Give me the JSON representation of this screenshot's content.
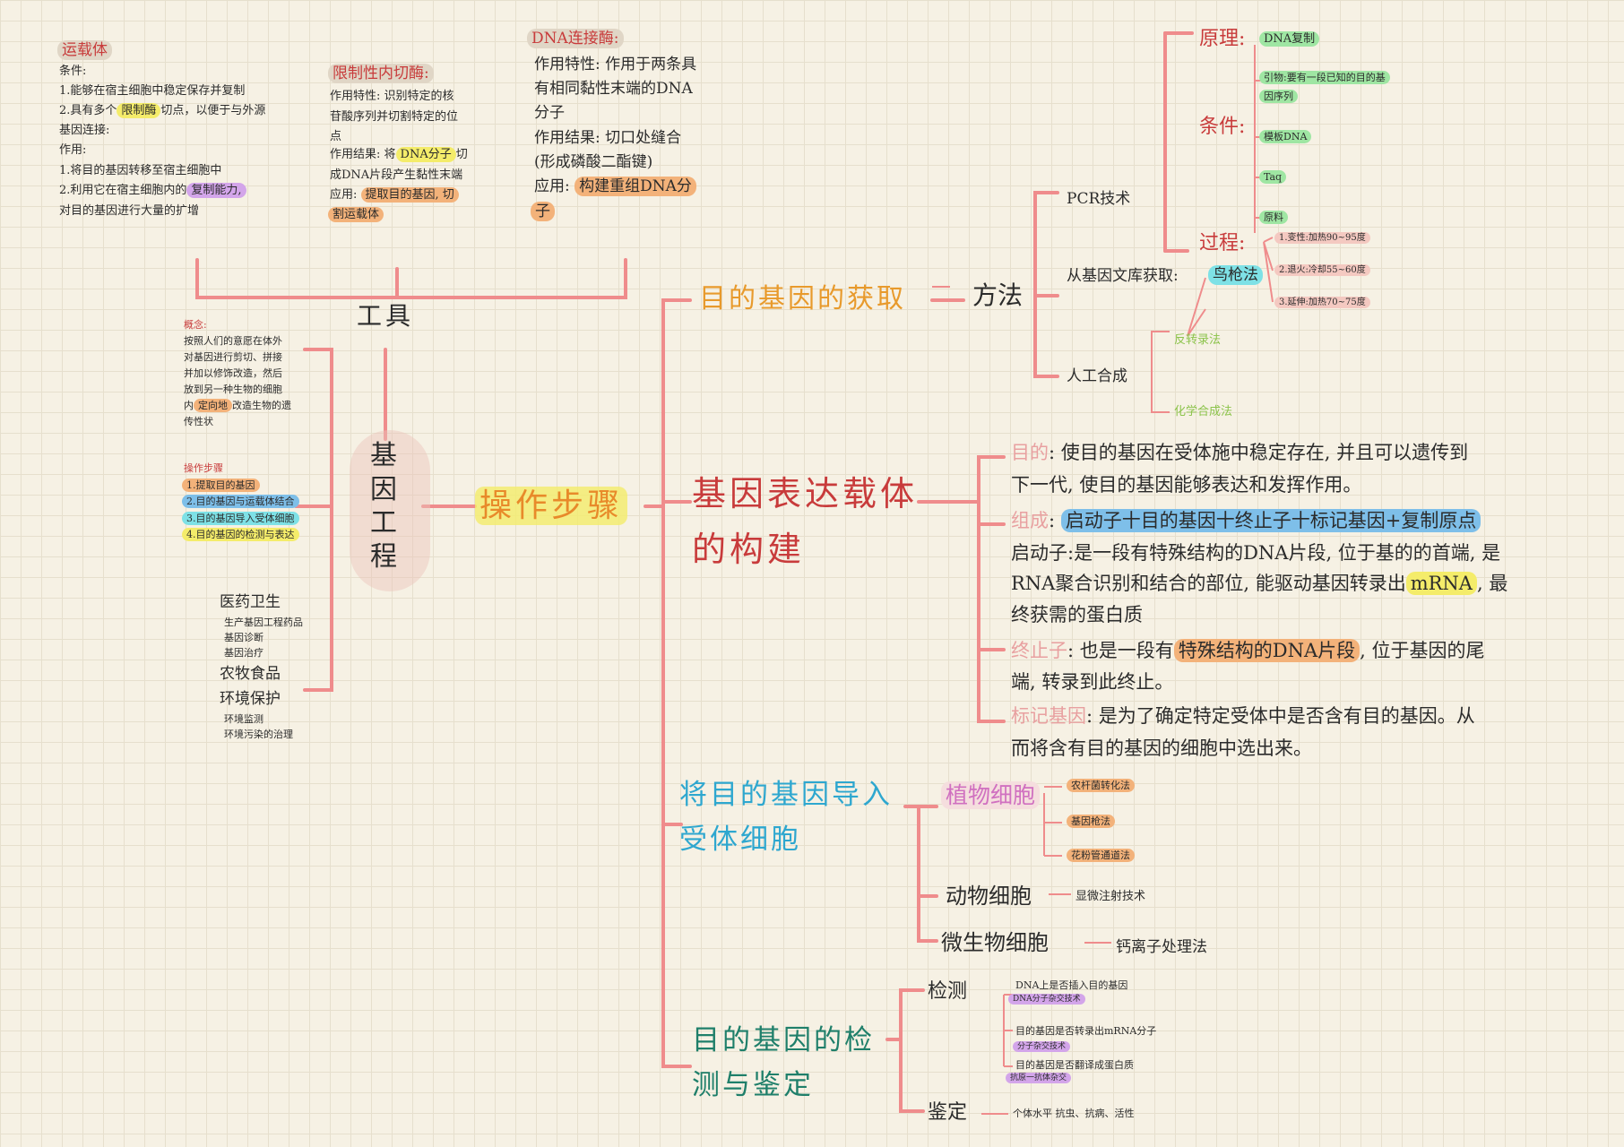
{
  "tools": {
    "title": "工具",
    "vector": {
      "title": "运载体",
      "lines": [
        "条件:",
        "1.能够在宿主细胞中稳定保存并复制",
        "2.具有多个",
        "限制酶",
        "切点，以便于与外源",
        "基因连接:",
        "作用:",
        "1.将目的基因转移至宿主细胞中",
        "2.利用它在宿主细胞内的",
        "复制能力,",
        "对目的基因进行大量的扩增"
      ]
    },
    "enzyme": {
      "title": "限制性内切酶:",
      "lines": [
        "作用特性: 识别特定的核",
        "苷酸序列并切割特定的位",
        "点",
        "作用结果: 将",
        "DNA分子",
        "切",
        "成DNA片段产生黏性末端",
        "应用: ",
        "提取目的基因, 切",
        "割运载体"
      ]
    },
    "ligase": {
      "title": "DNA连接酶:",
      "lines": [
        "作用特性: 作用于两条具",
        "有相同黏性末端的DNA",
        "分子",
        "作用结果: 切口处缝合",
        "(形成磷酸二酯键)",
        "应用: ",
        "构建重组DNA分",
        "子"
      ]
    }
  },
  "root": {
    "title": "基因工程"
  },
  "left": {
    "concept_title": "概念:",
    "concept_lines": [
      "按照人们的意愿在体外",
      "对基因进行剪切、拼接",
      "并加以修饰改造，然后",
      "放到另一种生物的细胞",
      "内",
      "定向地",
      "改造生物的遗",
      "传性状"
    ],
    "steps_title": "操作步骤",
    "steps": [
      "1.提取目的基因",
      "2.目的基因与运载体结合",
      "3.目的基因导入受体细胞",
      "4.目的基因的检测与表达"
    ],
    "apps": [
      {
        "title": "医药卫生",
        "items": [
          "生产基因工程药品",
          "基因诊断",
          "基因治疗"
        ]
      },
      {
        "title": "农牧食品",
        "items": []
      },
      {
        "title": "环境保护",
        "items": [
          "环境监测",
          "环境污染的治理"
        ]
      }
    ]
  },
  "main": {
    "hub": "操作步骤",
    "acquire": {
      "title": "目的基因的获取",
      "method": "方法",
      "pcr": "PCR技术",
      "principle_label": "原理:",
      "principle": "DNA复制",
      "condition_label": "条件:",
      "conditions": [
        "引物:要有一段已知的目的基",
        "因序列",
        "模板DNA",
        "Taq",
        "原料"
      ],
      "process_label": "过程:",
      "processes": [
        "1.变性:加热90~95度",
        "2.退火:冷却55~60度",
        "3.延伸:加热70~75度"
      ],
      "library": "从基因文库获取:",
      "shotgun": "鸟枪法",
      "synthesis": "人工合成",
      "synth_items": [
        "反转录法",
        "化学合成法"
      ]
    },
    "vector_build": {
      "title1": "基因表达载体",
      "title2": "的构建",
      "purpose_label": "目的",
      "purpose": ": 使目的基因在受体施中稳定存在, 并且可以遗传到",
      "purpose2": "下一代, 使目的基因能够表达和发挥作用。",
      "comp_label": "组成",
      "comp": "启动子十目的基因十终止子十标记基因+复制原点",
      "promoter1": "启动子:是一段有特殊结构的DNA片段, 位于基的的首端, 是",
      "promoter2": "RNA聚合识别和结合的部位, 能驱动基因转录出",
      "promoter2_hl": "mRNA",
      "promoter2_end": ", 最",
      "promoter3": "终获需的蛋白质",
      "term_label": "终止子",
      "term_a": ": 也是一段有",
      "term_hl": "特殊结构的DNA片段",
      "term_b": ", 位于基因的尾",
      "term2": "端, 转录到此终止。",
      "marker_label": "标记基因",
      "marker": ": 是为了确定特定受体中是否含有目的基因。从",
      "marker2": "而将含有目的基因的细胞中选出来。"
    },
    "introduce": {
      "title1": "将目的基因导入",
      "title2": "受体细胞",
      "plant": "植物细胞",
      "plant_items": [
        "农杆菌转化法",
        "基因枪法",
        "花粉管通道法"
      ],
      "animal": "动物细胞",
      "animal_item": "显微注射技术",
      "microbe": "微生物细胞",
      "microbe_item": "钙离子处理法"
    },
    "detect": {
      "title1": "目的基因的检",
      "title2": "测与鉴定",
      "check": "检测",
      "checks": [
        {
          "q": "DNA上是否插入目的基因",
          "tech": "DNA分子杂交技术"
        },
        {
          "q": "目的基因是否转录出mRNA分子",
          "tech": "分子杂交技术"
        },
        {
          "q": "目的基因是否翻译成蛋白质",
          "tech": "抗原一抗体杂交"
        }
      ],
      "identify": "鉴定",
      "identify_item": "个体水平 抗虫、抗病、活性"
    }
  }
}
